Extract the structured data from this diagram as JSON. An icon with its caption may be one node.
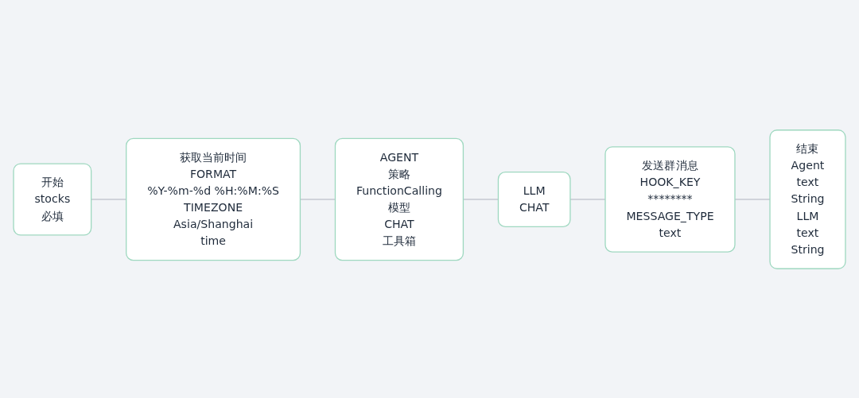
{
  "diagram": {
    "nodes": [
      {
        "text": [
          "开始",
          "stocks",
          "必填"
        ]
      },
      {
        "text": [
          "获取当前时间",
          "FORMAT",
          "%Y-%m-%d %H:%M:%S",
          "TIMEZONE",
          "Asia/Shanghai",
          "time"
        ]
      },
      {
        "text": [
          "AGENT",
          "策略",
          "FunctionCalling",
          "模型",
          "CHAT",
          "工具箱"
        ]
      },
      {
        "text": [
          "LLM",
          "CHAT"
        ]
      },
      {
        "text": [
          "发送群消息",
          "HOOK_KEY",
          "********",
          "MESSAGE_TYPE",
          "text"
        ]
      },
      {
        "text": [
          "结束",
          "Agent",
          "text",
          "String",
          "LLM",
          "text",
          "String"
        ]
      }
    ],
    "edges": [
      {
        "from": 0,
        "to": 1,
        "arrow": "none"
      },
      {
        "from": 1,
        "to": 2,
        "arrow": "none"
      },
      {
        "from": 2,
        "to": 3,
        "arrow": "none"
      },
      {
        "from": 3,
        "to": 4,
        "arrow": "none"
      },
      {
        "from": 4,
        "to": 5,
        "arrow": "none"
      }
    ]
  }
}
